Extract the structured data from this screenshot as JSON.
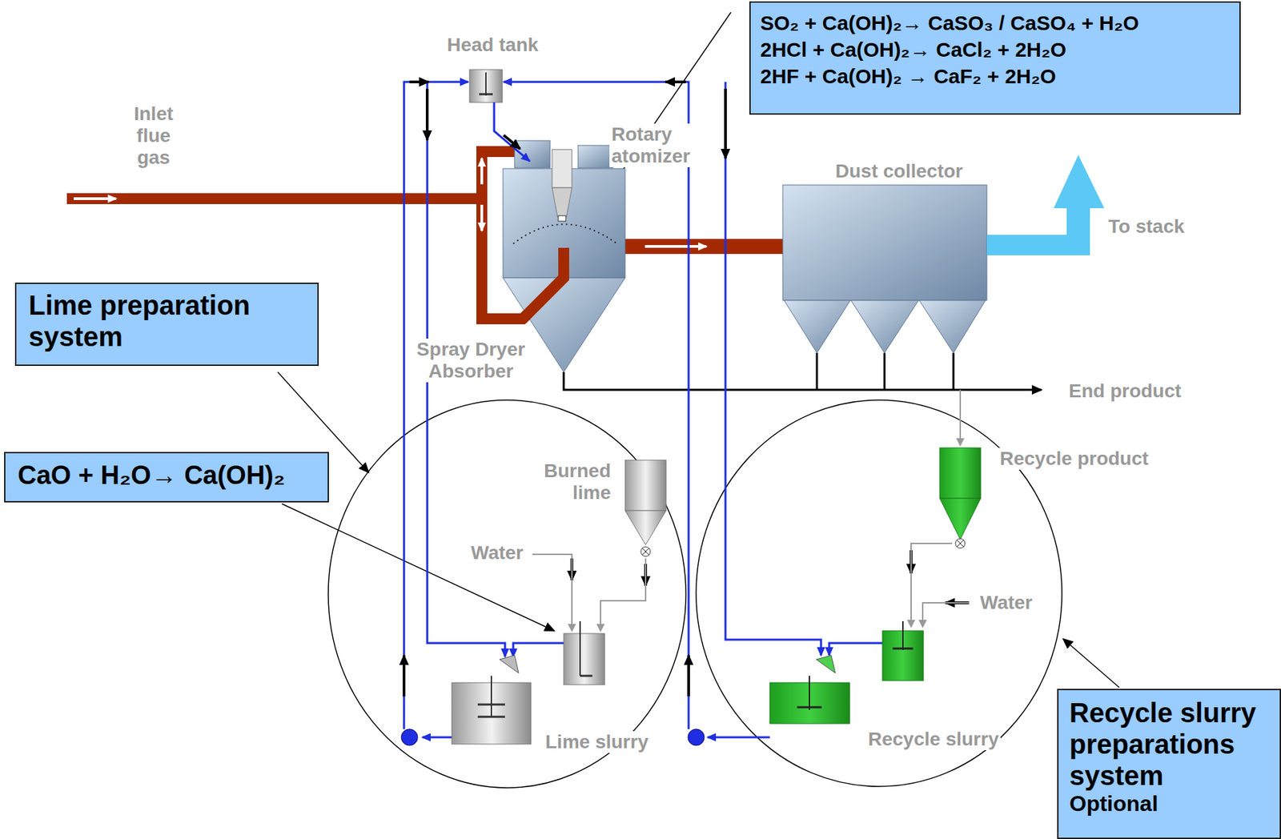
{
  "diagram": {
    "nodes": [
      {
        "text": [
          "SO₂ + Ca(OH)₂→ CaSO₃ / CaSO₄ + H₂O",
          "2HCl + Ca(OH)₂→ CaCl₂ + 2H₂O",
          "2HF + Ca(OH)₂ → CaF₂ + 2H₂O"
        ]
      },
      {
        "text": [
          "Lime preparation system"
        ]
      },
      {
        "text": [
          "CaO + H₂O→ Ca(OH)₂"
        ]
      },
      {
        "text": [
          "Recycle slurry preparations system",
          "Optional"
        ]
      }
    ],
    "labels": [
      "Head tank",
      "Inlet flue gas",
      "Rotary atomizer",
      "Dust collector",
      "To stack",
      "Spray Dryer Absorber",
      "End product",
      "Recycle product",
      "Burned lime",
      "Water",
      "Water",
      "Lime slurry",
      "Recycle slurry"
    ]
  }
}
